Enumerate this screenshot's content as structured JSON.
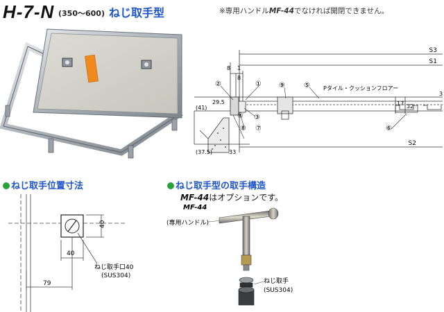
{
  "header": {
    "model": "H-7-N",
    "range": "(350～600)",
    "product_type": "ねじ取手型",
    "notice_prefix": "※専用ハンドル",
    "notice_model": "MF-44",
    "notice_suffix": "でなければ開閉できません。"
  },
  "section": {
    "dims": {
      "s3": "S3",
      "s1": "S1",
      "s2": "S2",
      "d8": "8",
      "d1": "1",
      "d8b": "8",
      "d3": "3",
      "d17": "17",
      "d32": "32",
      "d41": "(41)",
      "d295": "29.5",
      "d375": "(37.5)",
      "d33": "33"
    },
    "floor_label": "Pタイル・クッションフロアー",
    "callouts": [
      "①",
      "②",
      "③",
      "④",
      "⑤",
      "⑥",
      "⑦",
      "⑧",
      "⑨"
    ]
  },
  "position_section": {
    "title": "ねじ取手位置寸法",
    "dim_40_h": "40",
    "dim_40_v": "40",
    "dim_79": "79",
    "port_label": "ねじ取手口40",
    "port_material": "(SUS304)"
  },
  "structure_section": {
    "title": "ねじ取手型の取手構造",
    "option_model": "MF-44",
    "option_suffix": "はオプションです。",
    "handle_model": "MF-44",
    "handle_label": "(専用ハンドル)",
    "screw_label": "ねじ取手",
    "screw_material": "(SUS304)"
  },
  "colors": {
    "heading": "#1d54c8",
    "bullet": "#27a33a",
    "badge": "#f08a1c"
  }
}
